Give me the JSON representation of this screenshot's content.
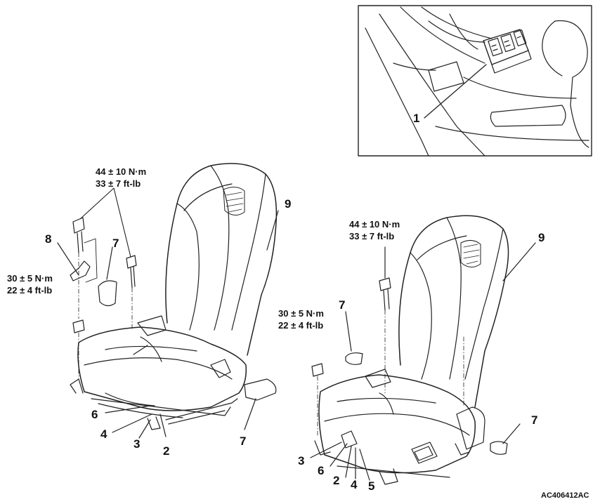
{
  "figure_code": "AC406412AC",
  "torque": {
    "left_upper_nm": "44 ± 10 N·m",
    "left_upper_ftlb": "33 ± 7 ft-lb",
    "left_lower_nm": "30 ± 5 N·m",
    "left_lower_ftlb": "22 ± 4 ft-lb",
    "right_upper_nm": "44 ± 10 N·m",
    "right_upper_ftlb": "33 ± 7 ft-lb",
    "right_lower_nm": "30 ± 5 N·m",
    "right_lower_ftlb": "22 ± 4 ft-lb"
  },
  "callouts": {
    "inset": [
      "1"
    ],
    "left_seat": [
      "9",
      "8",
      "7",
      "6",
      "4",
      "3",
      "2",
      "7"
    ],
    "right_seat": [
      "9",
      "7",
      "3",
      "6",
      "2",
      "4",
      "5",
      "7"
    ]
  }
}
